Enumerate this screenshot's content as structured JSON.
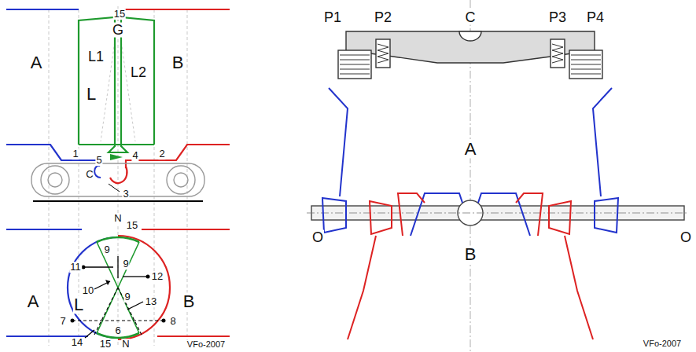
{
  "diagram": {
    "labels": [
      "15",
      "G",
      "L1",
      "L",
      "L2",
      "A",
      "B",
      "1",
      "5",
      "4",
      "2",
      "C",
      "3",
      "N",
      "15",
      "A",
      "L",
      "9",
      "11",
      "9",
      "12",
      "10",
      "9",
      "13",
      "B",
      "7",
      "8",
      "6",
      "14",
      "15",
      "N",
      "VFo-2007",
      "P1",
      "P2",
      "C",
      "P3",
      "P4",
      "A",
      "O",
      "O",
      "B",
      "VFo-2007"
    ]
  }
}
